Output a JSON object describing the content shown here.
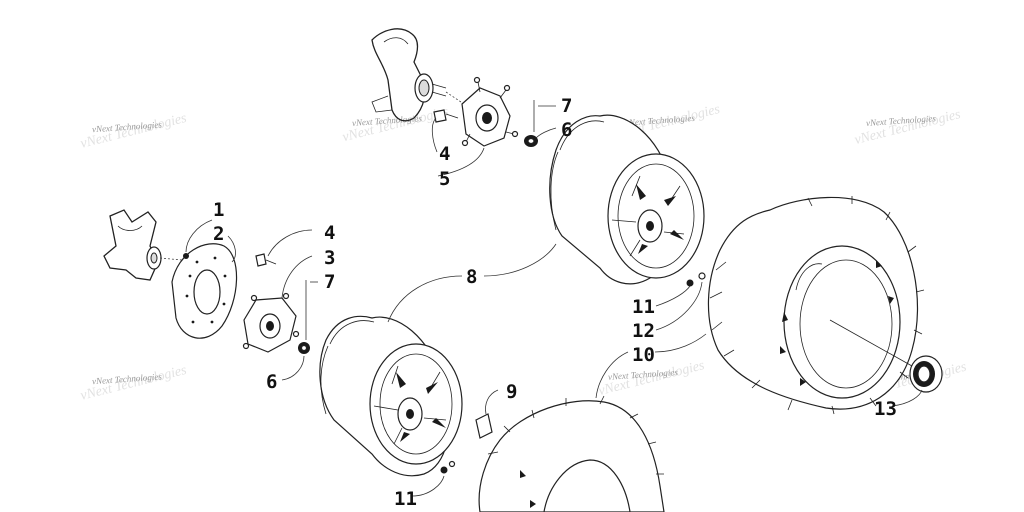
{
  "callouts": {
    "n1": "1",
    "n2": "2",
    "n3": "3",
    "n4a": "4",
    "n4b": "4",
    "n5": "5",
    "n6a": "6",
    "n6b": "6",
    "n7a": "7",
    "n7b": "7",
    "n8": "8",
    "n9": "9",
    "n10": "10",
    "n11a": "11",
    "n11b": "11",
    "n12": "12",
    "n13": "13"
  },
  "watermark": {
    "text": "vNext Technologies"
  },
  "colors": {
    "ink": "#222222",
    "background": "#ffffff",
    "watermark": "#9a9a9a"
  }
}
